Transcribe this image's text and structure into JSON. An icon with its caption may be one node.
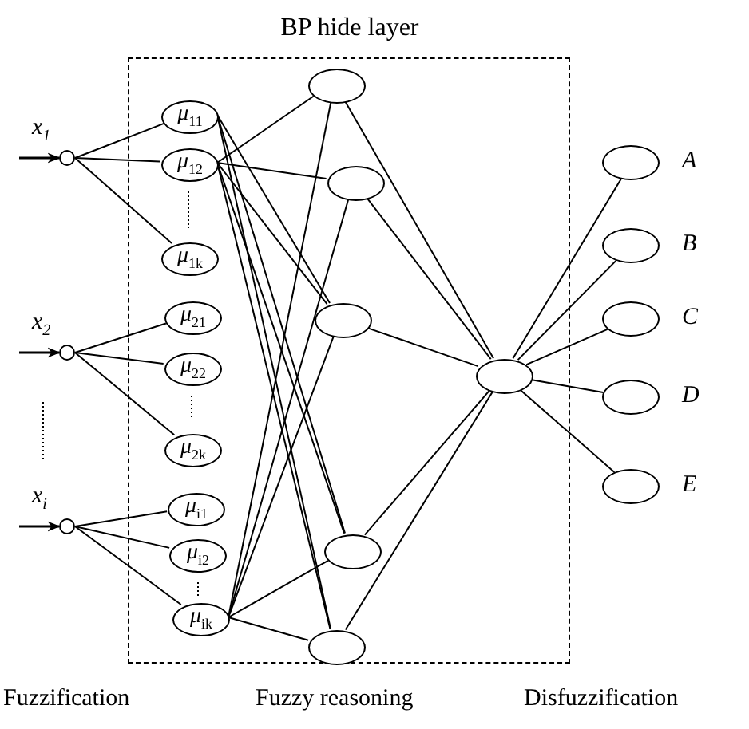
{
  "diagram": {
    "nodes": [
      {
        "text": [
          "BP hide layer"
        ]
      },
      {
        "text": [],
        "shape": "circle",
        "beside": [
          "x$_{1}$"
        ]
      },
      {
        "text": [],
        "shape": "circle",
        "beside": [
          "x$_{2}$"
        ]
      },
      {
        "text": [],
        "shape": "circle",
        "beside": [
          "x$_{i}$"
        ]
      },
      {
        "text": [
          "μ$_{11}$"
        ],
        "in": 0
      },
      {
        "text": [
          "μ$_{12}$"
        ],
        "in": 0
      },
      {
        "text": [
          "μ$_{1k}$"
        ],
        "in": 0
      },
      {
        "text": [
          "μ$_{21}$"
        ],
        "in": 0
      },
      {
        "text": [
          "μ$_{22}$"
        ],
        "in": 0
      },
      {
        "text": [
          "μ$_{2k}$"
        ],
        "in": 0
      },
      {
        "text": [
          "μ$_{i1}$"
        ],
        "in": 0
      },
      {
        "text": [
          "μ$_{i2}$"
        ],
        "in": 0
      },
      {
        "text": [
          "μ$_{ik}$"
        ],
        "in": 0
      },
      {
        "text": [],
        "shape": "ellipse",
        "in": 0
      },
      {
        "text": [],
        "shape": "ellipse",
        "in": 0
      },
      {
        "text": [],
        "shape": "ellipse",
        "in": 0
      },
      {
        "text": [],
        "shape": "ellipse",
        "in": 0
      },
      {
        "text": [],
        "shape": "ellipse",
        "in": 0
      },
      {
        "text": [],
        "shape": "ellipse",
        "in": 0
      },
      {
        "text": [],
        "shape": "ellipse",
        "beside": [
          "A"
        ]
      },
      {
        "text": [],
        "shape": "ellipse",
        "beside": [
          "B"
        ]
      },
      {
        "text": [],
        "shape": "ellipse",
        "beside": [
          "C"
        ]
      },
      {
        "text": [],
        "shape": "ellipse",
        "beside": [
          "D"
        ]
      },
      {
        "text": [],
        "shape": "ellipse",
        "beside": [
          "E"
        ]
      }
    ],
    "edges": [
      {
        "from": null,
        "to": 1,
        "arrow": "to"
      },
      {
        "from": null,
        "to": 2,
        "arrow": "to"
      },
      {
        "from": null,
        "to": 3,
        "arrow": "to"
      },
      {
        "from": 1,
        "to": 4,
        "arrow": "none"
      },
      {
        "from": 1,
        "to": 5,
        "arrow": "none"
      },
      {
        "from": 1,
        "to": 6,
        "arrow": "none"
      },
      {
        "from": 2,
        "to": 7,
        "arrow": "none"
      },
      {
        "from": 2,
        "to": 8,
        "arrow": "none"
      },
      {
        "from": 2,
        "to": 9,
        "arrow": "none"
      },
      {
        "from": 3,
        "to": 10,
        "arrow": "none"
      },
      {
        "from": 3,
        "to": 11,
        "arrow": "none"
      },
      {
        "from": 3,
        "to": 12,
        "arrow": "none"
      },
      {
        "from": 4,
        "to": 15,
        "arrow": "none"
      },
      {
        "from": 4,
        "to": 16,
        "arrow": "none"
      },
      {
        "from": 4,
        "to": 17,
        "arrow": "none"
      },
      {
        "from": 5,
        "to": 13,
        "arrow": "none"
      },
      {
        "from": 5,
        "to": 14,
        "arrow": "none"
      },
      {
        "from": 5,
        "to": 15,
        "arrow": "none"
      },
      {
        "from": 5,
        "to": 16,
        "arrow": "none"
      },
      {
        "from": 5,
        "to": 17,
        "arrow": "none"
      },
      {
        "from": 12,
        "to": 13,
        "arrow": "none"
      },
      {
        "from": 12,
        "to": 14,
        "arrow": "none"
      },
      {
        "from": 12,
        "to": 15,
        "arrow": "none"
      },
      {
        "from": 12,
        "to": 16,
        "arrow": "none"
      },
      {
        "from": 12,
        "to": 17,
        "arrow": "none"
      },
      {
        "from": 13,
        "to": 18,
        "arrow": "none"
      },
      {
        "from": 14,
        "to": 18,
        "arrow": "none"
      },
      {
        "from": 15,
        "to": 18,
        "arrow": "none"
      },
      {
        "from": 16,
        "to": 18,
        "arrow": "none"
      },
      {
        "from": 17,
        "to": 18,
        "arrow": "none"
      },
      {
        "from": 18,
        "to": 19,
        "arrow": "none"
      },
      {
        "from": 18,
        "to": 20,
        "arrow": "none"
      },
      {
        "from": 18,
        "to": 21,
        "arrow": "none"
      },
      {
        "from": 18,
        "to": 22,
        "arrow": "none"
      },
      {
        "from": 18,
        "to": 23,
        "arrow": "none"
      }
    ],
    "labels": [
      "Fuzzification",
      "Fuzzy reasoning",
      "Disfuzzification"
    ]
  }
}
